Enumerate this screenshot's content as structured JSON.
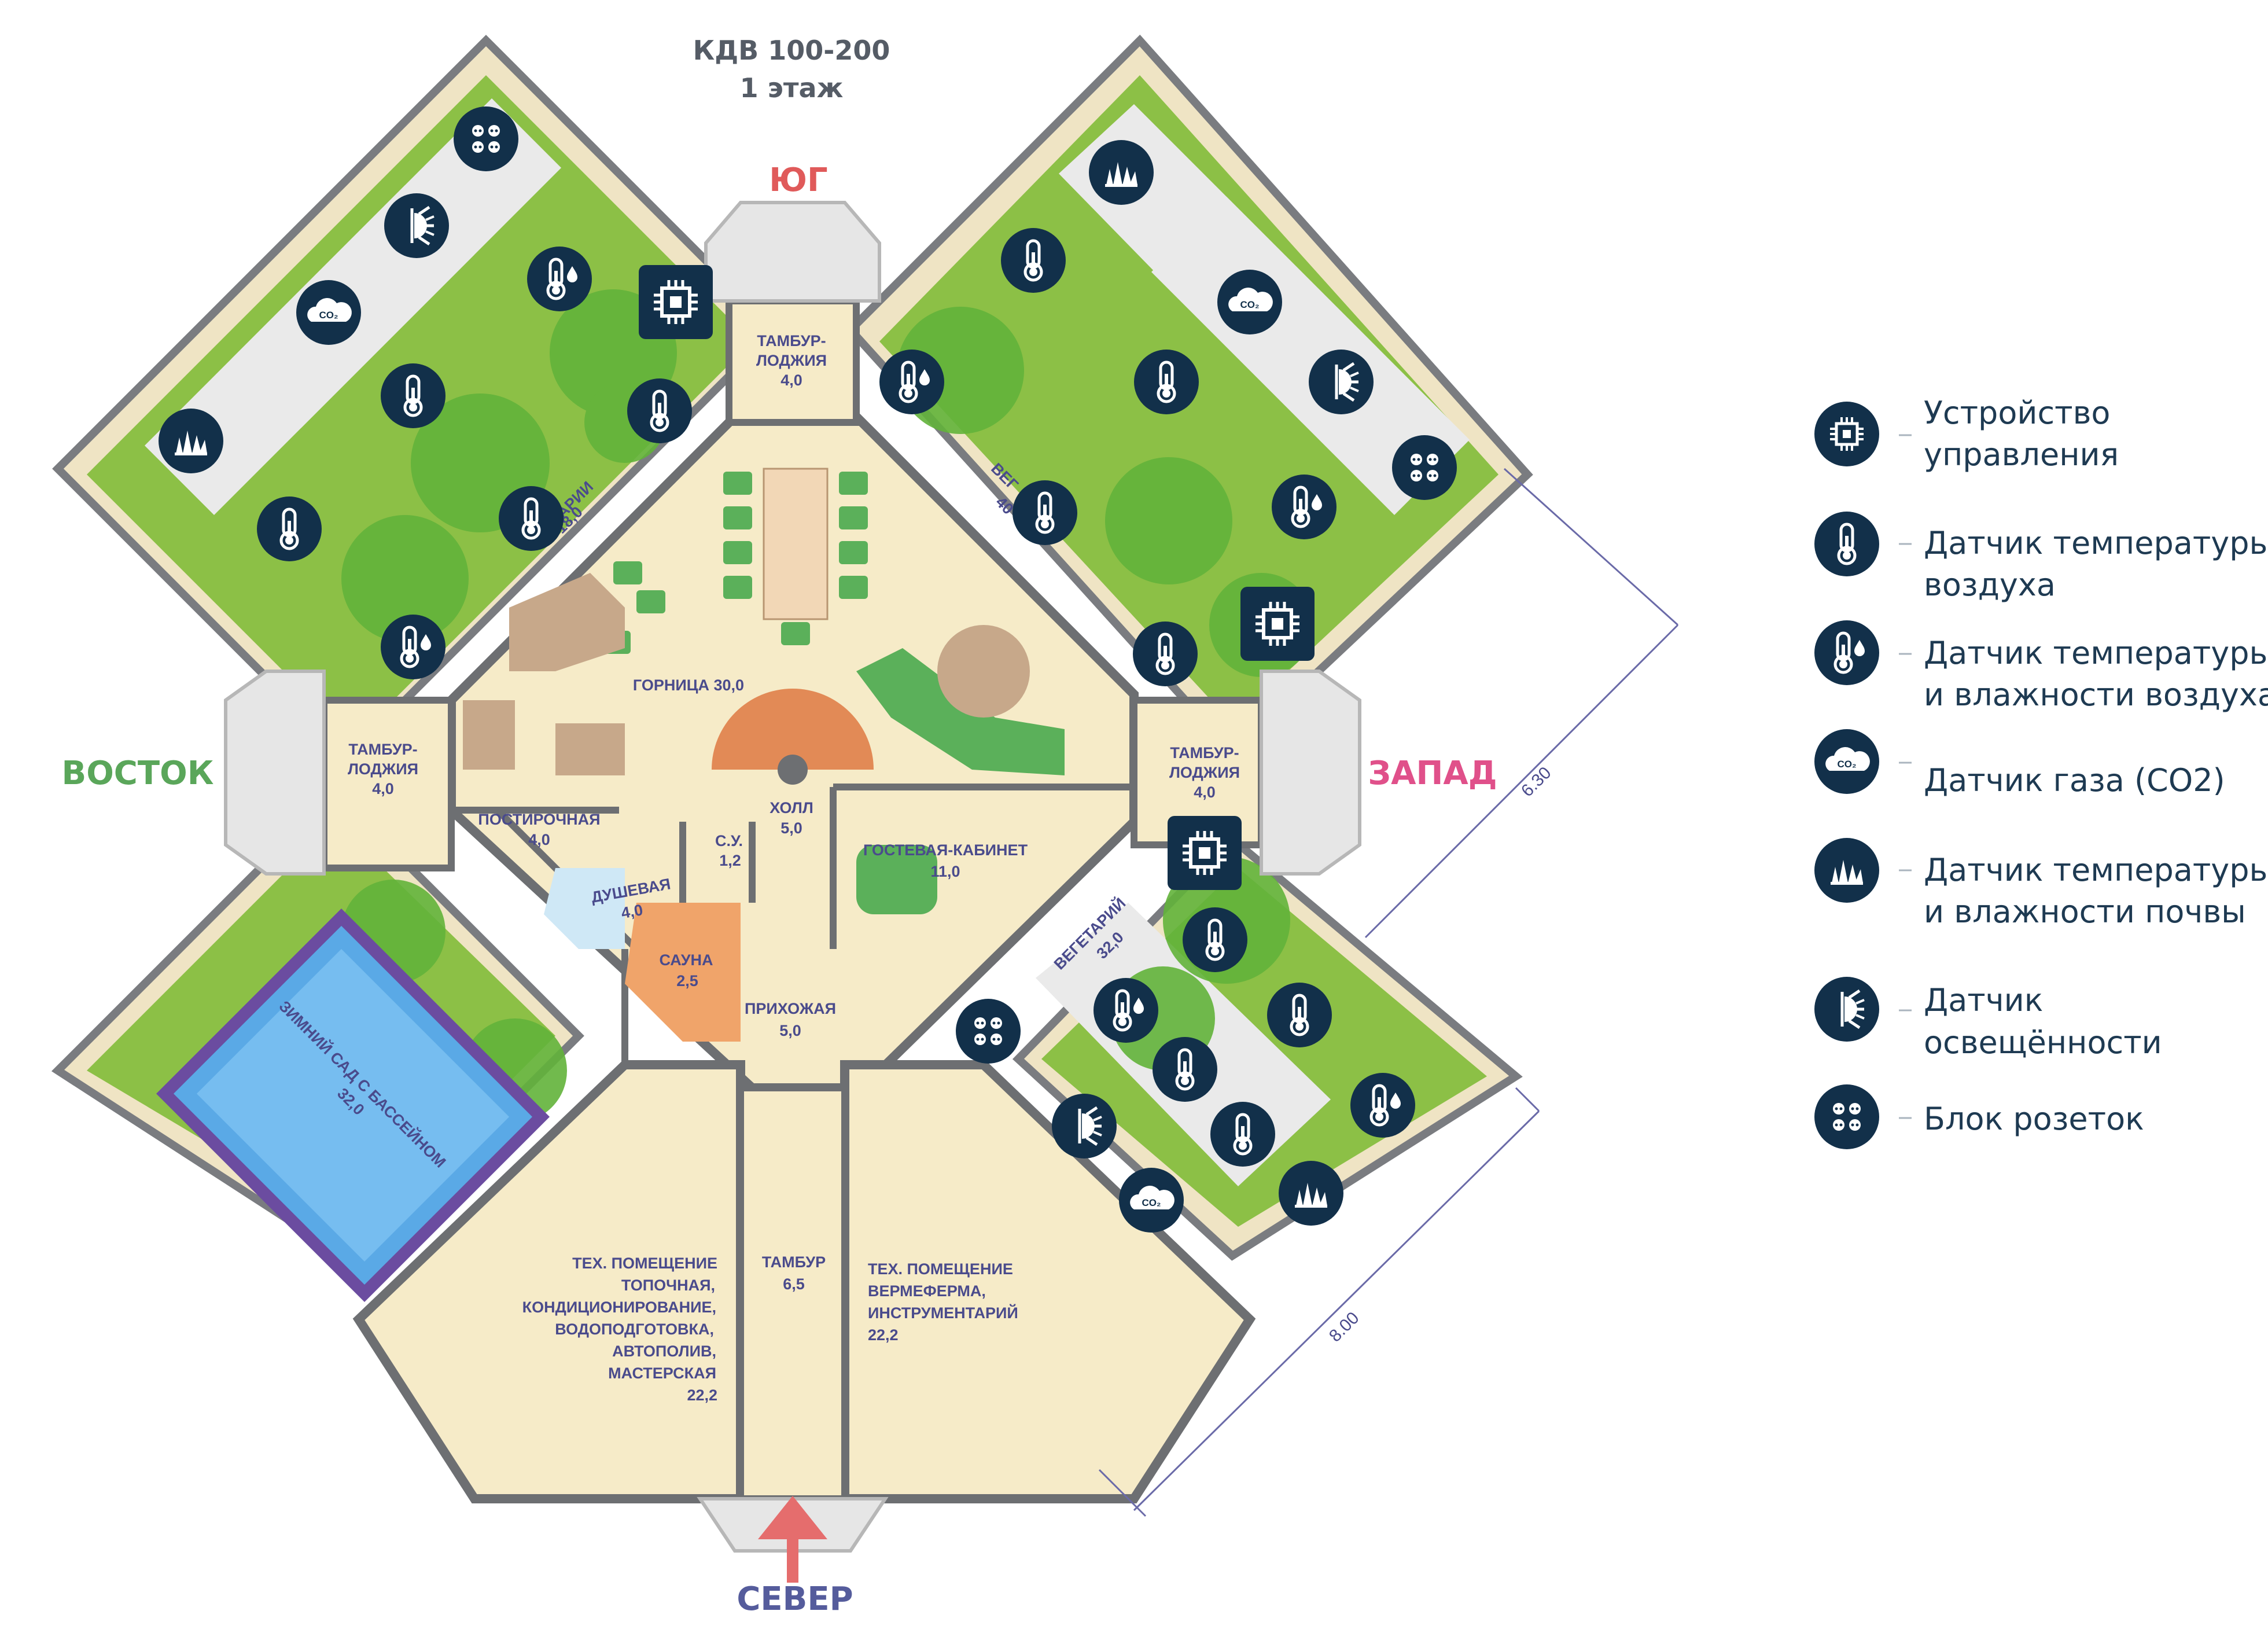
{
  "header": {
    "title": "КДВ 100-200",
    "floor": "1 этаж"
  },
  "directions": {
    "south": "ЮГ",
    "east": "ВОСТОК",
    "west": "ЗАПАД",
    "north": "СЕВЕР"
  },
  "colors": {
    "icon_bg": "#12304a",
    "south": "#e05a5a",
    "east": "#5aa65a",
    "west": "#e0508a",
    "north": "#555c9c",
    "arrow": "#e56d6d",
    "floor": "#f6ebc8",
    "wall": "#6d6f72",
    "garden": "#8cc046",
    "path": "#ececec",
    "pool": "#5aa9e6"
  },
  "rooms": {
    "tambur_south": [
      "ТАМБУР-",
      "ЛОДЖИЯ",
      "4,0"
    ],
    "tambur_east": [
      "ТАМБУР-",
      "ЛОДЖИЯ",
      "4,0"
    ],
    "tambur_west": [
      "ТАМБУР-",
      "ЛОДЖИЯ",
      "4,0"
    ],
    "gornitsa": "ГОРНИЦА 30,0",
    "postirochnaya": [
      "ПОСТИРОЧНАЯ",
      "4,0"
    ],
    "kholl": [
      "ХОЛЛ",
      "5,0"
    ],
    "su": [
      "С.У.",
      "1,2"
    ],
    "dushevaya": [
      "ДУШЕВАЯ",
      "4,0"
    ],
    "sauna": [
      "САУНА",
      "2,5"
    ],
    "gostevaya": [
      "ГОСТЕВАЯ-КАБИНЕТ",
      "11,0"
    ],
    "prikhozhaya": [
      "ПРИХОЖАЯ",
      "5,0"
    ],
    "tambur_north": [
      "ТАМБУР",
      "6,5"
    ],
    "tech_left": [
      "ТЕХ. ПОМЕЩЕНИЕ",
      "ТОПОЧНАЯ,",
      "КОНДИЦИОНИРОВАНИЕ,",
      "ВОДОПОДГОТОВКА,",
      "АВТОПОЛИВ,",
      "МАСТЕРСКАЯ",
      "22,2"
    ],
    "tech_right": [
      "ТЕХ. ПОМЕЩЕНИЕ",
      "ВЕРМЕФЕРМА,",
      "ИНСТРУМЕНТАРИЙ",
      "22,2"
    ],
    "winter_garden": [
      "ЗИМНИЙ САД С БАССЕЙНОМ",
      "32,0"
    ],
    "vegetary_nw": [
      "АРИИ",
      "18,0"
    ],
    "vegetary_ne": [
      "ВЕГ",
      "40"
    ],
    "vegetary_se": [
      "ВЕГЕТАРИЙ",
      "32,0"
    ]
  },
  "dimensions": {
    "d1": "6.30",
    "d2": "8.00"
  },
  "legend": [
    {
      "icon": "controller-icon",
      "label": [
        "Устройство",
        "управления"
      ]
    },
    {
      "icon": "thermometer-icon",
      "label": [
        "Датчик температуры",
        "воздуха"
      ]
    },
    {
      "icon": "thermometer-drop-icon",
      "label": [
        "Датчик температуры",
        "и влажности воздуха"
      ]
    },
    {
      "icon": "co2-cloud-icon",
      "label": [
        "Датчик газа (CO2)"
      ]
    },
    {
      "icon": "grass-icon",
      "label": [
        "Датчик температуры",
        "и влажности почвы"
      ]
    },
    {
      "icon": "light-sensor-icon",
      "label": [
        "Датчик",
        "освещённости"
      ]
    },
    {
      "icon": "socket-block-icon",
      "label": [
        "Блок розеток"
      ]
    }
  ]
}
